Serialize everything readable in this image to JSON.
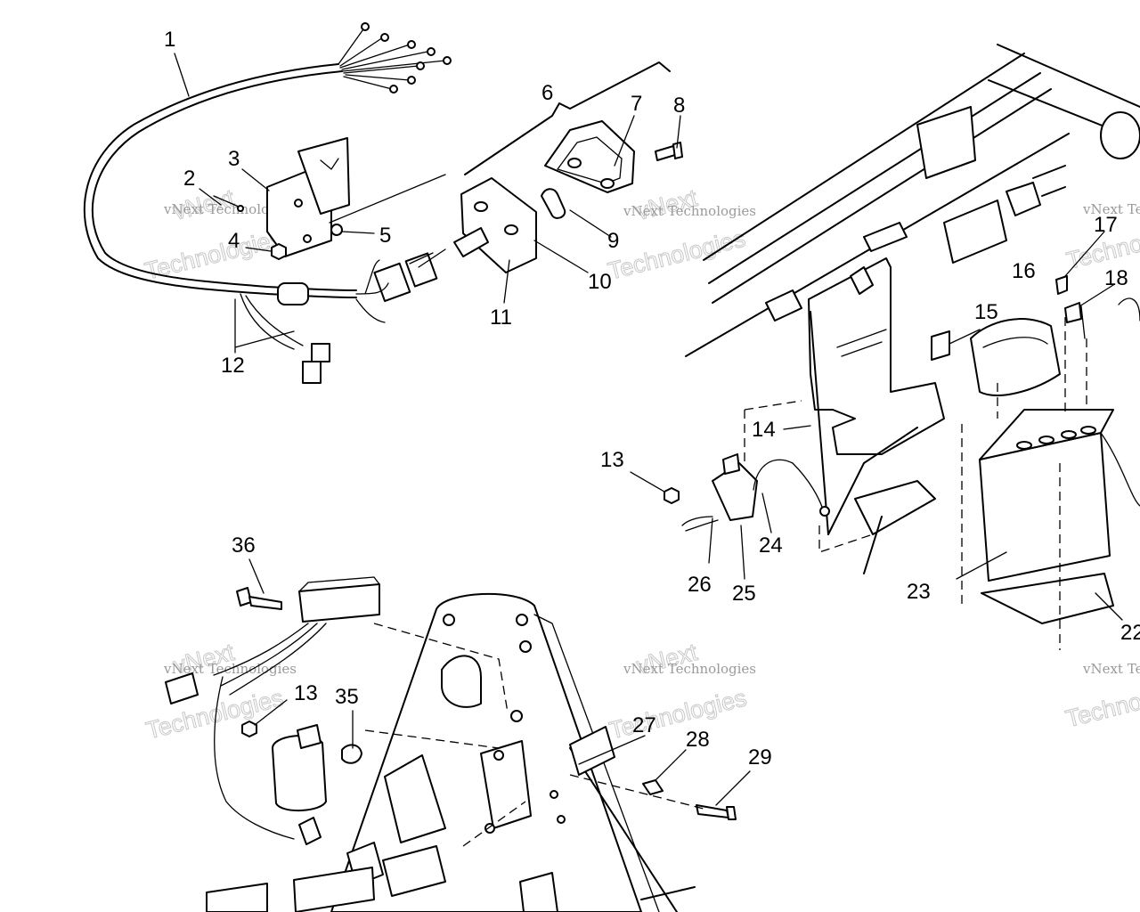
{
  "diagram": {
    "callouts": [
      {
        "id": "c1",
        "text": "1"
      },
      {
        "id": "c2",
        "text": "2"
      },
      {
        "id": "c3",
        "text": "3"
      },
      {
        "id": "c4",
        "text": "4"
      },
      {
        "id": "c5",
        "text": "5"
      },
      {
        "id": "c6",
        "text": "6"
      },
      {
        "id": "c7",
        "text": "7"
      },
      {
        "id": "c8",
        "text": "8"
      },
      {
        "id": "c9",
        "text": "9"
      },
      {
        "id": "c10",
        "text": "10"
      },
      {
        "id": "c11",
        "text": "11"
      },
      {
        "id": "c12",
        "text": "12"
      },
      {
        "id": "c13a",
        "text": "13"
      },
      {
        "id": "c14",
        "text": "14"
      },
      {
        "id": "c15",
        "text": "15"
      },
      {
        "id": "c16",
        "text": "16"
      },
      {
        "id": "c17",
        "text": "17"
      },
      {
        "id": "c18",
        "text": "18"
      },
      {
        "id": "c22",
        "text": "22"
      },
      {
        "id": "c23",
        "text": "23"
      },
      {
        "id": "c24",
        "text": "24"
      },
      {
        "id": "c25",
        "text": "25"
      },
      {
        "id": "c26",
        "text": "26"
      },
      {
        "id": "c27",
        "text": "27"
      },
      {
        "id": "c28",
        "text": "28"
      },
      {
        "id": "c29",
        "text": "29"
      },
      {
        "id": "c13b",
        "text": "13"
      },
      {
        "id": "c35",
        "text": "35"
      },
      {
        "id": "c36",
        "text": "36"
      }
    ],
    "watermark": {
      "small": "vNext Technologies",
      "big_top": "vNext",
      "big_bottom": "Technologies"
    }
  }
}
